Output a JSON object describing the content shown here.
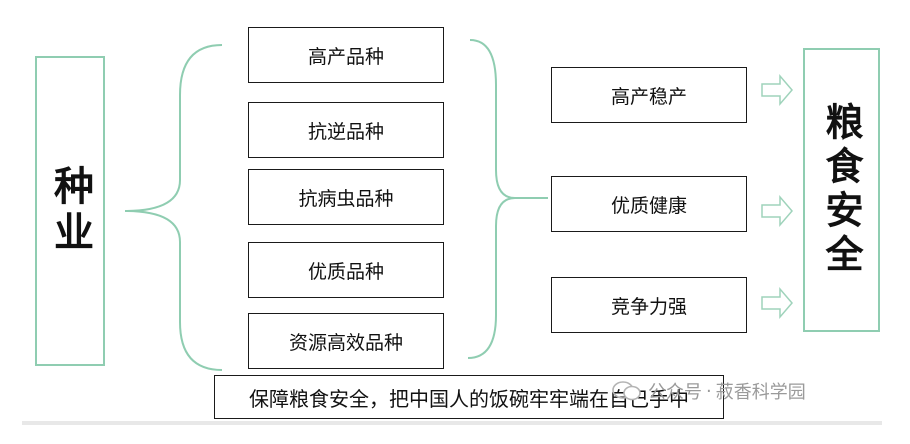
{
  "diagram": {
    "source": "种业",
    "varieties": [
      "高产品种",
      "抗逆品种",
      "抗病虫品种",
      "优质品种",
      "资源高效品种"
    ],
    "outcomes": [
      "高产稳产",
      "优质健康",
      "竞争力强"
    ],
    "goal": "粮食安全",
    "caption": "保障粮食安全，把中国人的饭碗牢牢端在自己手中"
  },
  "watermark": {
    "prefix": "公众号",
    "name": "菽香科学园"
  },
  "colors": {
    "accent_green": "#8fcdb1",
    "arrow_green": "#9fd3bb",
    "text": "#111111"
  },
  "icons": {
    "arrow": "hollow-right-arrow-icon",
    "watermark": "wechat-icon"
  }
}
